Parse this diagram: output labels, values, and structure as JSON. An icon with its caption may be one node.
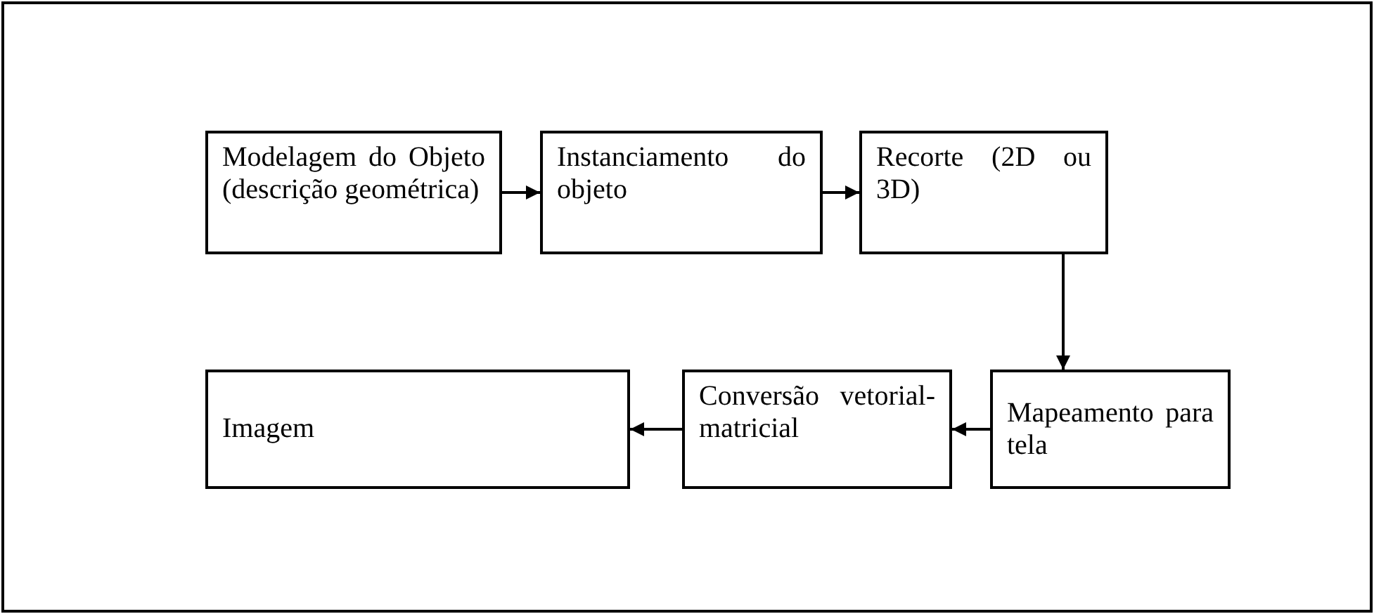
{
  "diagram": {
    "nodes": [
      {
        "text": [
          "Modelagem do Objeto (descrição geométrica)"
        ]
      },
      {
        "text": [
          "Instanciamento do objeto"
        ]
      },
      {
        "text": [
          "Recorte (2D ou 3D)"
        ]
      },
      {
        "text": [
          "Mapeamento para tela"
        ]
      },
      {
        "text": [
          "Conversão vetorial-matricial"
        ]
      },
      {
        "text": [
          "Imagem"
        ]
      }
    ],
    "edges": [
      {
        "from": 0,
        "to": 1,
        "arrow": "to"
      },
      {
        "from": 1,
        "to": 2,
        "arrow": "to"
      },
      {
        "from": 2,
        "to": 3,
        "arrow": "to"
      },
      {
        "from": 3,
        "to": 4,
        "arrow": "to"
      },
      {
        "from": 4,
        "to": 5,
        "arrow": "to"
      }
    ]
  }
}
